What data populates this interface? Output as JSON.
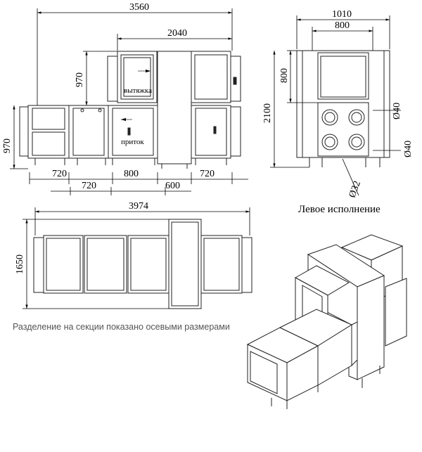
{
  "front_view": {
    "dim_total_width": "3560",
    "dim_upper_width": "2040",
    "dim_left_height": "970",
    "dim_upper_height": "970",
    "dim_bottom_left": "720",
    "dim_bottom_middle": "800",
    "dim_bottom_right": "720",
    "dim_bottom2_left": "720",
    "dim_bottom2_right": "600",
    "label_exhaust": "вытяжка",
    "label_supply": "приток"
  },
  "side_view": {
    "dim_outer_width": "1010",
    "dim_inner_width": "800",
    "dim_top_height": "800",
    "dim_total_height": "2100",
    "dim_fan_1": "Ø40",
    "dim_fan_2": "Ø40",
    "dim_drain": "Ø32"
  },
  "top_view": {
    "dim_total_width": "3974",
    "dim_depth": "1650"
  },
  "caption_sections": "Разделение на секции показано осевыми размерами",
  "caption_iso": "Левое исполнение"
}
